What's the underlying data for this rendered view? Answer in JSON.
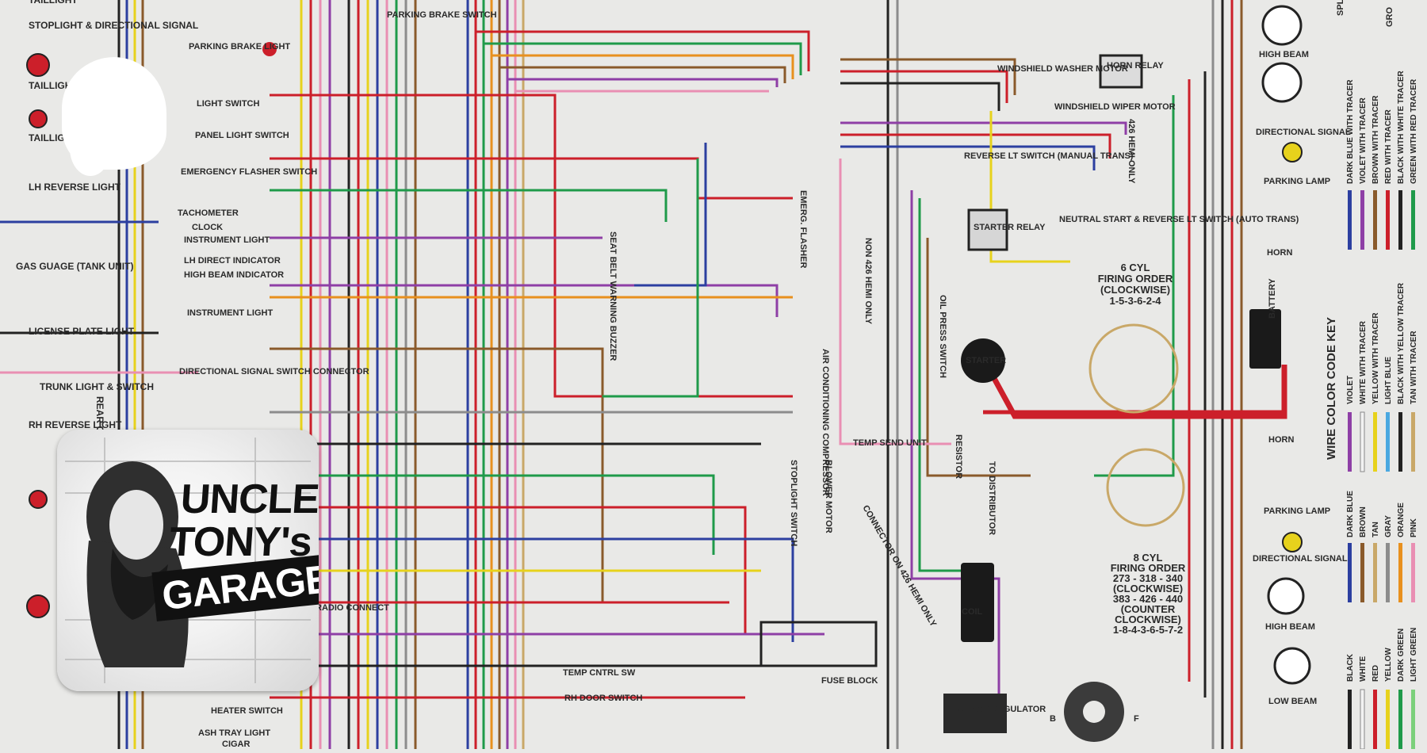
{
  "diagram": {
    "title": "WIRE COLOR CODE KEY",
    "left_labels": [
      "TAILLIGHT",
      "STOPLIGHT & DIRECTIONAL SIGNAL",
      "TAILLIGHT",
      "TAILLIGHT",
      "LH REVERSE LIGHT",
      "GAS GUAGE (TANK UNIT)",
      "LICENSE PLATE LIGHT",
      "TRUNK LIGHT & SWITCH",
      "RH REVERSE LIGHT",
      "REAR CROSS"
    ],
    "switch_labels": [
      "PARKING BRAKE SWITCH",
      "PARKING BRAKE LIGHT",
      "LIGHT SWITCH",
      "PANEL LIGHT SWITCH",
      "EMERGENCY FLASHER SWITCH",
      "TACHOMETER",
      "CLOCK",
      "INSTRUMENT LIGHT",
      "LH DIRECT INDICATOR",
      "HIGH BEAM INDICATOR",
      "INSTRUMENT LIGHT",
      "DIRECTIONAL SIGNAL SWITCH CONNECTOR",
      "RADIO CONNECT",
      "HEATER SWITCH",
      "ASH TRAY LIGHT",
      "CIGAR",
      "TEMP CNTRL SW",
      "RH DOOR SWITCH"
    ],
    "center_labels": [
      "WINDSHIELD WASHER MOTOR",
      "WINDSHIELD WIPER MOTOR",
      "HORN RELAY",
      "REVERSE LT SWITCH (MANUAL TRANS)",
      "NEUTRAL START & REVERSE LT SWITCH (AUTO TRANS)",
      "STARTER RELAY",
      "426 HEMI ONLY",
      "NON 426 HEMI ONLY",
      "EMERG. FLASHER",
      "AIR CONDITIONING COMPRESSOR",
      "OIL PRESS SWITCH",
      "STARTER",
      "STOPLIGHT SWITCH",
      "BLOWER MOTOR",
      "TEMP SEND UNIT",
      "RESISTOR",
      "TO DISTRIBUTOR",
      "CONNECTOR ON 426 HEMI ONLY",
      "COIL",
      "FUSE BLOCK",
      "VOLTAGE REGULATOR",
      "B",
      "F",
      "SEAT BELT WARNING BUZZER"
    ],
    "firing_order_6": [
      "6 CYL",
      "FIRING ORDER",
      "(CLOCKWISE)",
      "1-5-3-6-2-4"
    ],
    "firing_order_8": [
      "8 CYL",
      "FIRING ORDER",
      "273 - 318 - 340",
      "(CLOCKWISE)",
      "383 - 426 - 440",
      "(COUNTER",
      "CLOCKWISE)",
      "1-8-4-3-6-5-7-2"
    ],
    "right_labels": [
      "HIGH BEAM",
      "DIRECTIONAL SIGNAL",
      "PARKING LAMP",
      "HORN",
      "BATTERY",
      "HORN",
      "PARKING LAMP",
      "DIRECTIONAL SIGNAL",
      "HIGH BEAM",
      "LOW BEAM",
      "SPL",
      "GRO"
    ],
    "key_group_1": [
      "DARK BLUE WITH TRACER",
      "VIOLET WITH TRACER",
      "BROWN WITH TRACER",
      "RED WITH TRACER",
      "BLACK WITH WHITE TRACER",
      "GREEN WITH RED TRACER"
    ],
    "key_group_2": [
      "VIOLET",
      "WHITE WITH TRACER",
      "YELLOW WITH TRACER",
      "LIGHT BLUE",
      "BLACK WITH YELLOW TRACER",
      "TAN WITH TRACER"
    ],
    "key_group_3": [
      "DARK BLUE",
      "BROWN",
      "TAN",
      "GRAY",
      "ORANGE",
      "PINK"
    ],
    "key_group_4": [
      "BLACK",
      "WHITE",
      "RED",
      "YELLOW",
      "DARK GREEN",
      "LIGHT GREEN"
    ]
  },
  "logo": {
    "line1": "UNCLE",
    "line2": "TONY's",
    "line3": "GARAGE"
  },
  "colors": {
    "background": "#e9e9e7",
    "wire_red": "#cc1f2a",
    "wire_blue": "#2c3fa0",
    "wire_green": "#1f9a4a",
    "wire_orange": "#e8901e",
    "wire_brown": "#8a5a2b",
    "wire_violet": "#8e3fa6",
    "wire_black": "#222222",
    "wire_yellow": "#e7d21c",
    "wire_pink": "#e98fb3",
    "wire_gray": "#8c8c8c",
    "wire_tan": "#c9a868"
  }
}
